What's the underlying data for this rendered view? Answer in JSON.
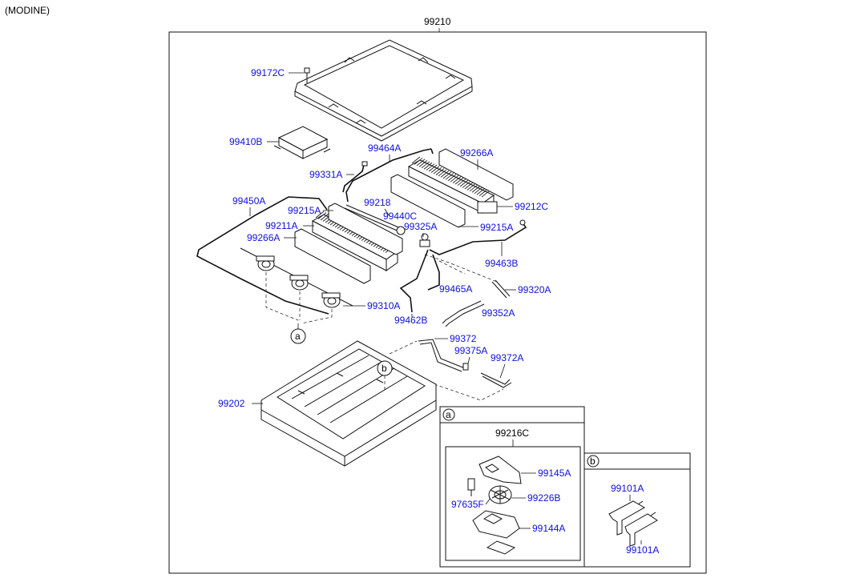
{
  "variant": "(MODINE)",
  "main_assembly": "99210",
  "labels": {
    "l99172C": "99172C",
    "l99410B": "99410B",
    "l99464A": "99464A",
    "l99266A_top": "99266A",
    "l99331A": "99331A",
    "l99218": "99218",
    "l99212C": "99212C",
    "l99450A": "99450A",
    "l99215A_left": "99215A",
    "l99440C": "99440C",
    "l99211A": "99211A",
    "l99325A": "99325A",
    "l99215A_right": "99215A",
    "l99266A_left": "99266A",
    "l99463B": "99463B",
    "l99465A": "99465A",
    "l99320A": "99320A",
    "l99310A": "99310A",
    "l99352A": "99352A",
    "l99462B": "99462B",
    "l99372": "99372",
    "l99375A": "99375A",
    "l99372A": "99372A",
    "l99202": "99202",
    "l99216C": "99216C",
    "l99145A": "99145A",
    "l97635F": "97635F",
    "l99226B": "99226B",
    "l99144A": "99144A",
    "l99101A_top": "99101A",
    "l99101A_bottom": "99101A"
  },
  "callouts": {
    "a": "a",
    "b": "b",
    "box_a": "a",
    "box_b": "b"
  }
}
